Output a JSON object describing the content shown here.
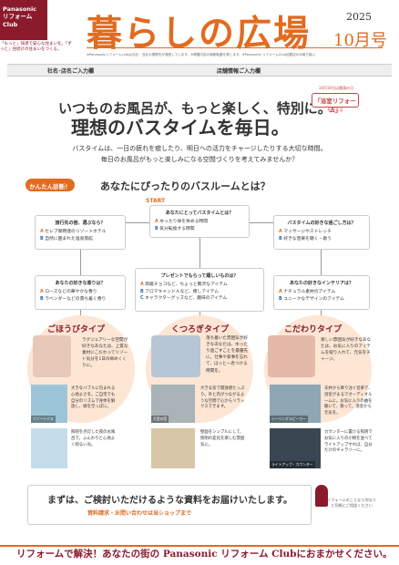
{
  "header": {
    "brand_line1": "Panasonic",
    "brand_line2": "リフォームClub",
    "brand_sub": "「もっと」快適で安心な住まいを。「ずっと」住続けの住まいをつくる。",
    "masthead": "暮らしの広場",
    "year": "2025",
    "month": "10月号",
    "small_note": "※Panasonicリフォームclubは当社・当社の提携先が運営しています。※掲載内容の無断転載を禁じます。※Panasonic リフォームClub加盟店のみ取り扱い"
  },
  "label_bar": {
    "left": "社名･店名ご入力欄",
    "right": "店舗情報ご入力欄"
  },
  "headline": {
    "line1": "いつものお風呂が、もっと楽しく、特別に。",
    "line2": "理想のバスタイムを毎日。",
    "badge_note": "10月10日は銭湯の日",
    "badge": "「浴室リフォーム」",
    "badge_sub": "を考える"
  },
  "intro": {
    "line1": "バスタイムは、一日の疲れを癒したり、明日への活力をチャージしたりする大切な時間。",
    "line2": "毎日のお風呂がもっと楽しみになる空間づくりを考えてみませんか？"
  },
  "diagnosis": {
    "tag": "かんたん診断！",
    "title": "あなたにぴったりのバスルームとは？",
    "start": "START",
    "questions": [
      {
        "q": "あなたにとってバスタイムとは？",
        "a": "ゆったり体を休める時間",
        "b": "気分転換する時間"
      },
      {
        "q": "旅行先の宿、選ぶなら？",
        "a": "セレブ御用達のリゾートホテル",
        "b": "自然に囲まれた温泉旅館"
      },
      {
        "q": "バスタイムの好きな過ごし方は？",
        "a": "マッサージやストレッチ",
        "b": "好きな音楽を聴く・歌う"
      },
      {
        "q": "あなたの好きな香りは？",
        "a": "ローズなどの華やかな香り",
        "b": "ラベンダーなどの落ち着く香り"
      },
      {
        "q": "プレゼントでもらって嬉しいものは？",
        "a": "高級チョコなど、ちょっと贅沢なアイテム",
        "b": "アロマキャンドルなど、癒しアイテム",
        "c": "キャラクターグッズなど、趣味のアイテム"
      },
      {
        "q": "あなたの好きなインテリアは？",
        "a": "ナチュラル素材のアイテム",
        "b": "ユニークなデザインのアイテム"
      }
    ],
    "keys": {
      "a": "A",
      "b": "B",
      "c": "C"
    }
  },
  "types": [
    {
      "title": "ごほうびタイプ",
      "desc": "ラグジュアリーな空間が好きなあなたは、上質な素材にこだわってリゾート気分を1日の締めくくりに。"
    },
    {
      "title": "くつろぎタイプ",
      "desc": "落ち着いた雰囲気が好きなあなたは、ゆったり過ごすことを最優先に。仕事や家事を忘れて、ほっと一息つける時間を。"
    },
    {
      "title": "こだわりタイプ",
      "desc": "楽しい雰囲気が好きなあなたは、お気に入りのアイテムを取り入れて、元気をチャージ。"
    }
  ],
  "features": [
    {
      "caption": "リゾートバス",
      "text": "大きなバブルに包まれる心地よさを。ご自宅でも自分のリズムで身体を解放し、頭を空っぽに。"
    },
    {
      "caption": "",
      "text": "照明を点灯した夜のお風呂で。ふんわりと心地よく明るい光。"
    },
    {
      "caption": "大型の窓",
      "text": "大きな窓で開放感たっぷり。外と内がつながるような空間で心からリラックスできます。"
    },
    {
      "caption": "",
      "text": "壁面をシンプルにして、照明の変化を楽しむ雰囲気に。"
    },
    {
      "caption": "シーリングスピーカー",
      "text": "天井から降り注ぐ音楽で、浴室がまるでオーディオルームに。お気に入りの曲を聴いて、歌って、浴室から元気を。"
    },
    {
      "caption": "ライトアップ・カウンター",
      "text": "カウンターに置ける照明でお気に入りの小物を並べてライトアップすれば、自分だけのギャラリーに。"
    }
  ],
  "cta": {
    "line1": "まずは、ご検討いただけるような資料をお届けいたします。",
    "line2": "資料請求・お問い合わせは当ショップまで",
    "staff_note": "リフォームのことなら何なりと気軽にご相談ください"
  },
  "footer": {
    "text": "リフォームで解決！あなたの街の Panasonic リフォーム Clubにおまかせください。"
  },
  "colors": {
    "accent": "#e26b1f",
    "brand": "#8b1a2b",
    "peach": "#fde6d4"
  }
}
